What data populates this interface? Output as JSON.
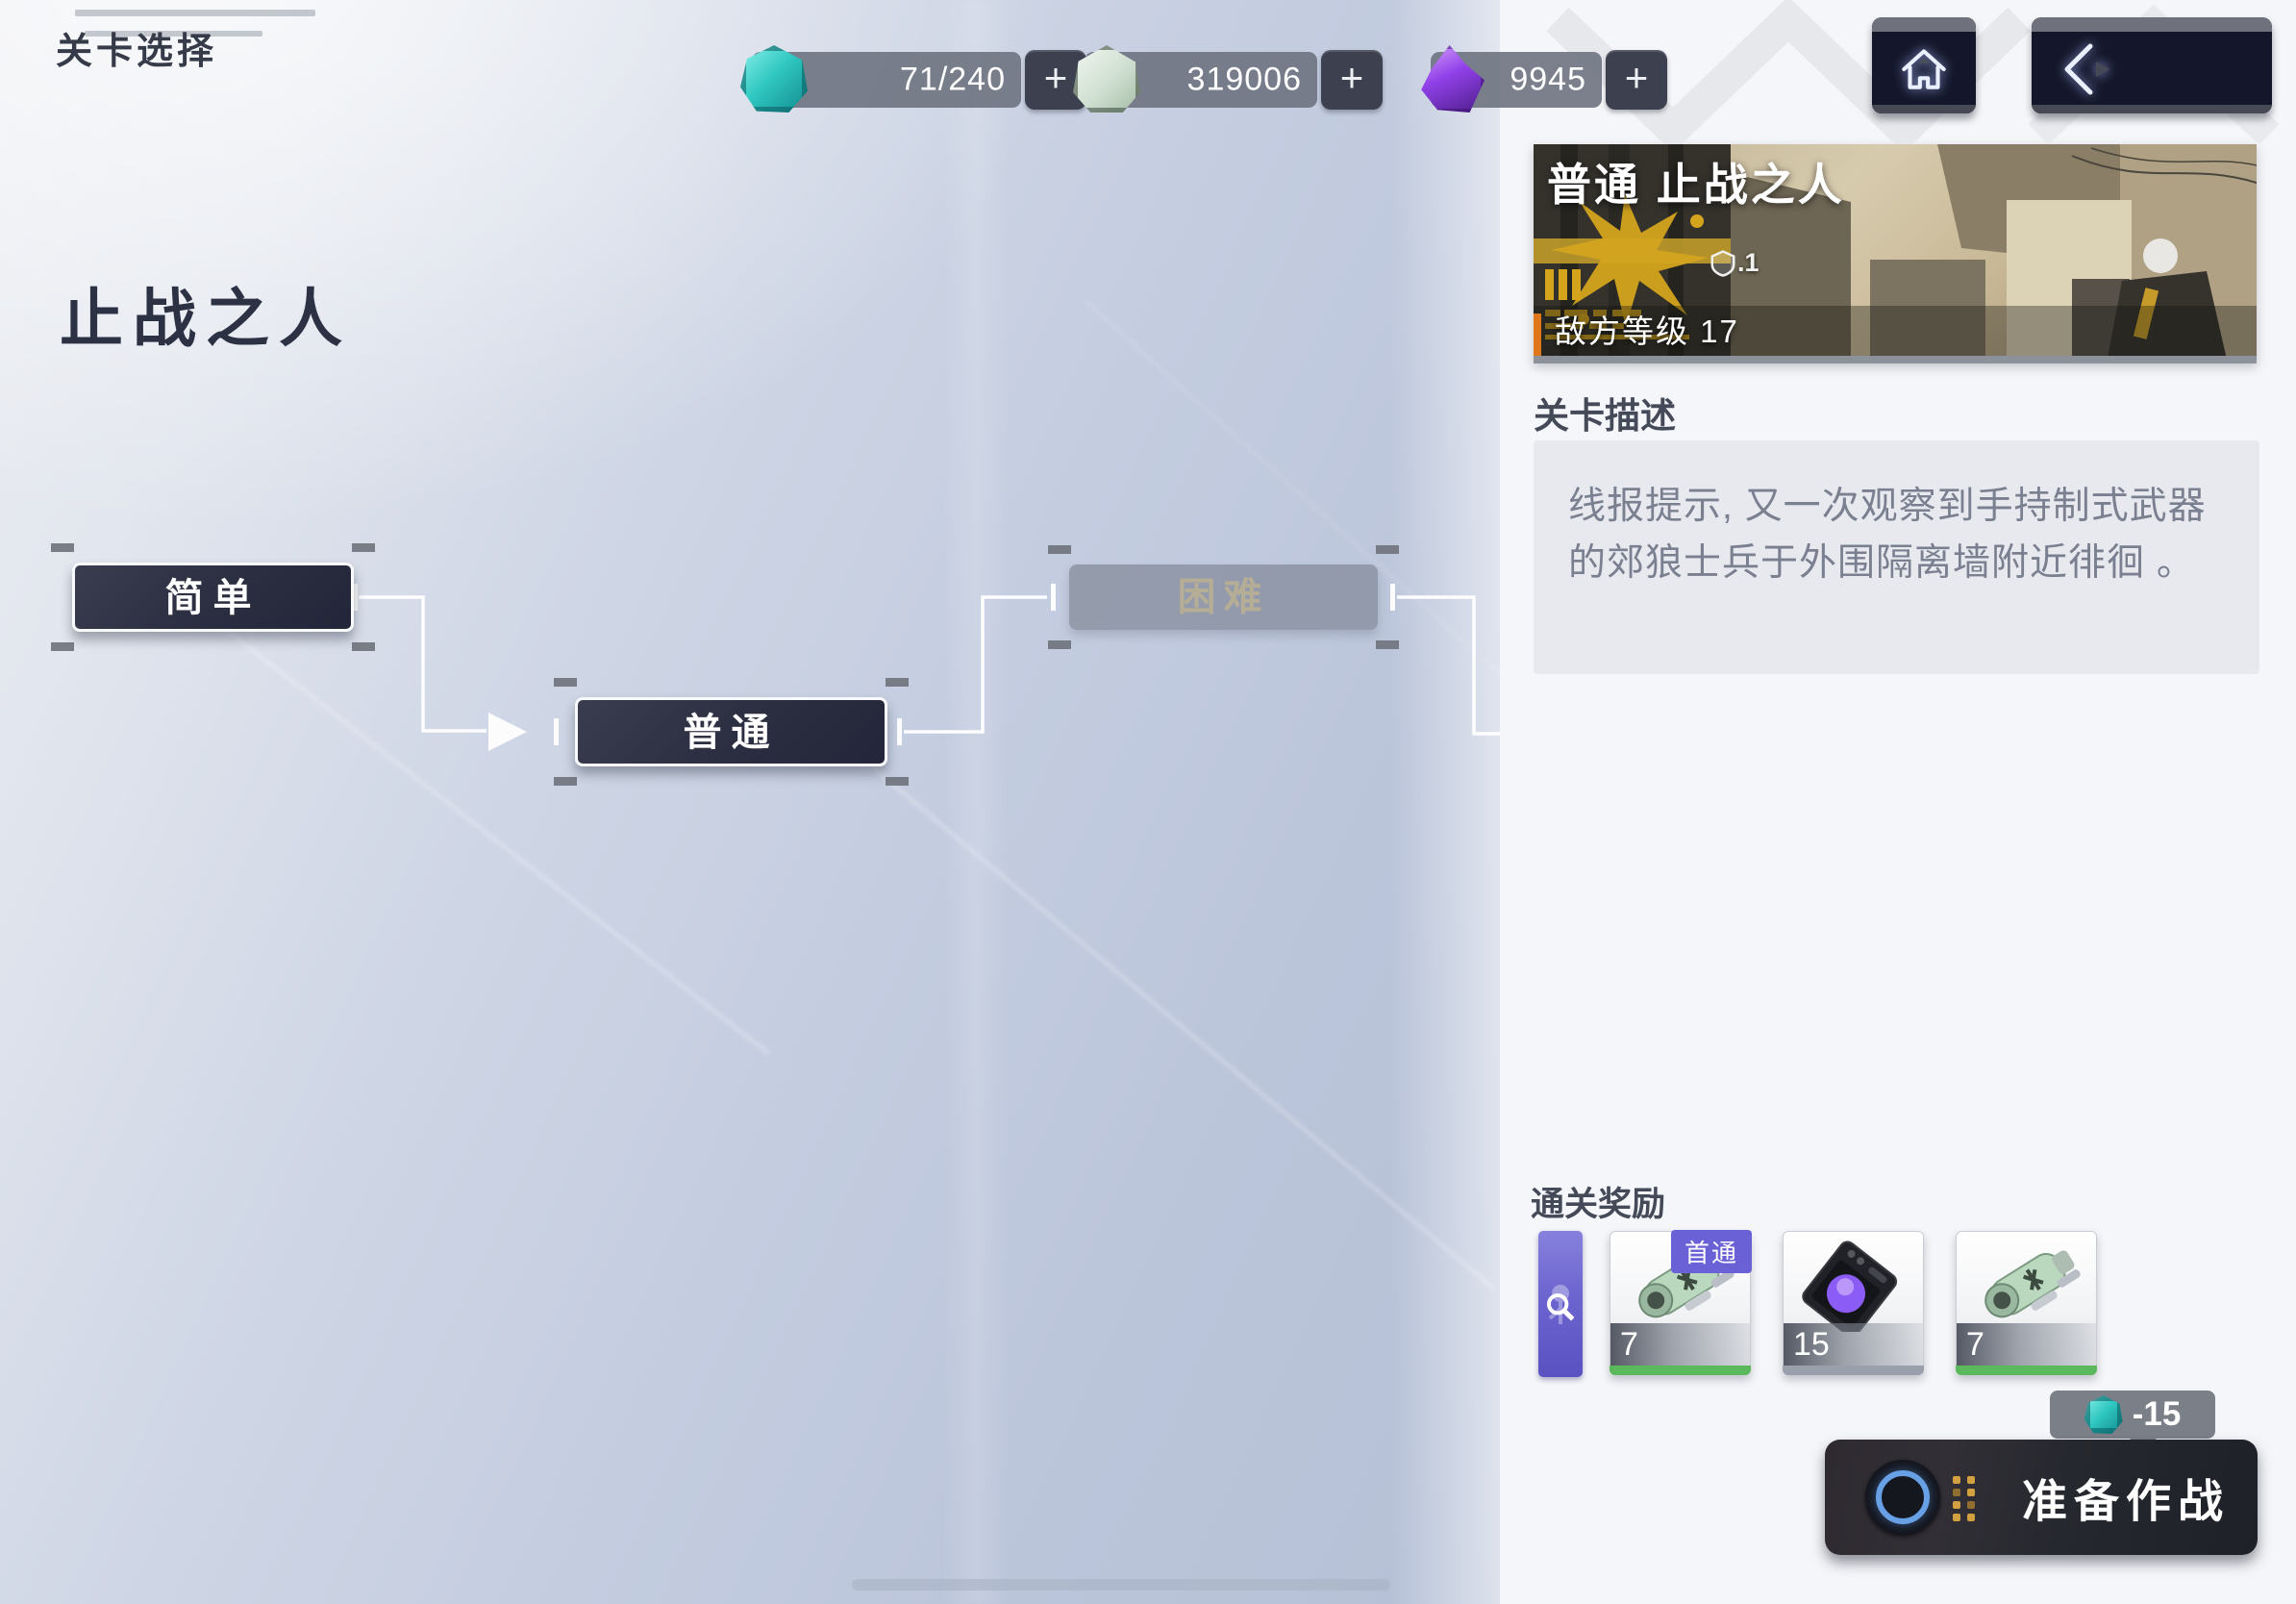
{
  "header": {
    "screen_title": "关卡选择",
    "resources": [
      {
        "name": "stamina",
        "icon": "teal-gem-icon",
        "value": "71/240"
      },
      {
        "name": "credits",
        "icon": "green-gem-icon",
        "value": "319006"
      },
      {
        "name": "crystals",
        "icon": "purple-crystal-icon",
        "value": "9945"
      }
    ],
    "plus_label": "+",
    "nav": [
      {
        "icon": "home-icon"
      },
      {
        "icon": "back-icon"
      }
    ]
  },
  "scene": {
    "stage_title": "止战之人",
    "difficulties": [
      {
        "label": "简单",
        "state": "available"
      },
      {
        "label": "普通",
        "state": "selected"
      },
      {
        "label": "困难",
        "state": "locked"
      }
    ]
  },
  "panel": {
    "banner": {
      "title": "普通 止战之人",
      "enemy_level": "敌方等级 17",
      "badge_text": ".1"
    },
    "description_title": "关卡描述",
    "description_text": "线报提示, 又一次观察到手持制式武器的郊狼士兵于外围隔离墙附近徘徊 。",
    "rewards": {
      "title": "通关奖励",
      "first_clear_badge": "首通",
      "items": [
        {
          "count": "7",
          "type": "green-canister",
          "first_clear": true,
          "rarity_color": "#5cb85c"
        },
        {
          "count": "15",
          "type": "black-device",
          "first_clear": false,
          "rarity_color": "#9aa0ab"
        },
        {
          "count": "7",
          "type": "green-canister",
          "first_clear": false,
          "rarity_color": "#5cb85c"
        }
      ]
    },
    "cost": {
      "value": "-15",
      "icon": "teal-gem-icon"
    },
    "start_button_label": "准备作战"
  }
}
